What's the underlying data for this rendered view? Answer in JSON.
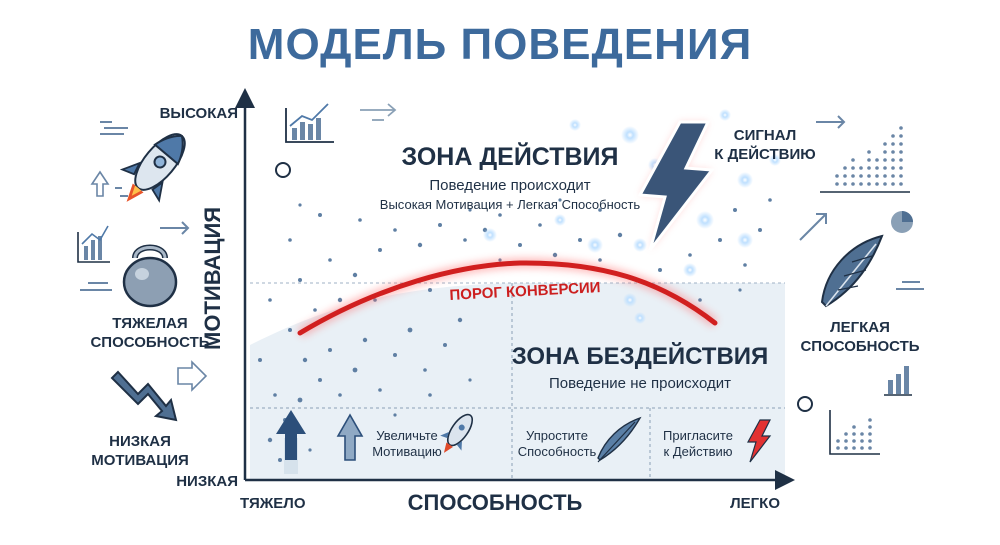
{
  "title": "МОДЕЛЬ ПОВЕДЕНИЯ",
  "axes": {
    "y_title": "МОТИВАЦИЯ",
    "y_high": "ВЫСОКАЯ",
    "y_low": "НИЗКАЯ",
    "x_title": "СПОСОБНОСТЬ",
    "x_left": "ТЯЖЕЛО",
    "x_right": "ЛЕГКО"
  },
  "zones": {
    "action_title": "ЗОНА ДЕЙСТВИЯ",
    "action_line1": "Поведение происходит",
    "action_line2": "Высокая Мотивация + Легкая Способность",
    "idle_title": "ЗОНА БЕЗДЕЙСТВИЯ",
    "idle_line1": "Поведение не происходит"
  },
  "threshold_label": "ПОРОГ КОНВЕРСИИ",
  "signal": {
    "line1": "СИГНАЛ",
    "line2": "К ДЕЙСТВИЮ"
  },
  "side_labels": {
    "hard_ability_1": "ТЯЖЕЛАЯ",
    "hard_ability_2": "СПОСОБНОСТЬ",
    "low_motivation_1": "НИЗКАЯ",
    "low_motivation_2": "МОТИВАЦИЯ",
    "easy_ability_1": "ЛЕГКАЯ",
    "easy_ability_2": "СПОСОБНОСТЬ"
  },
  "tips": [
    {
      "line1": "Увеличьте",
      "line2": "Мотивацию",
      "icon": "rocket-icon"
    },
    {
      "line1": "Упростите",
      "line2": "Способность",
      "icon": "feather-icon"
    },
    {
      "line1": "Пригласите",
      "line2": "к Действию",
      "icon": "lightning-icon"
    }
  ],
  "colors": {
    "title": "#3d6a9c",
    "threshold": "#cc1f1f",
    "idle_zone": "#e9f0f6",
    "dark": "#1f3045",
    "accent": "#4f79a8"
  }
}
